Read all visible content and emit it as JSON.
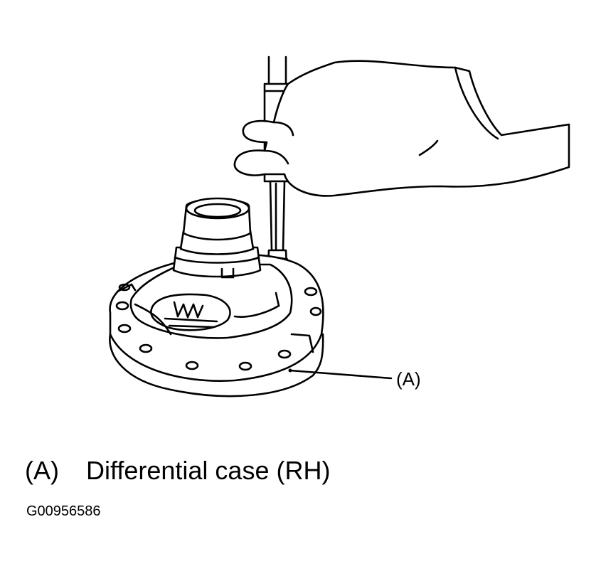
{
  "figure": {
    "callout_label": "(A)",
    "legend": [
      {
        "key": "(A)",
        "text": "Differential case (RH)"
      }
    ],
    "figure_id": "G00956586"
  },
  "icons": {
    "illustration": "differential-case-with-hand-tool-drawing"
  }
}
